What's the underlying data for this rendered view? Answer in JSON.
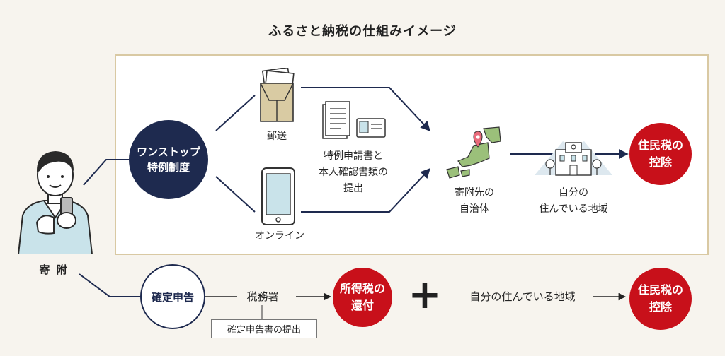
{
  "title": "ふるさと納税の仕組みイメージ",
  "donor_label": "寄 附",
  "onestop": "ワンストップ\n特例制度",
  "mail_label": "郵送",
  "online_label": "オンライン",
  "docs_label": "特例申請書と\n本人確認書類の\n提出",
  "municipality_label": "寄附先の\n自治体",
  "home_area_label": "自分の\n住んでいる地域",
  "resident_tax_top": "住民税の\n控除",
  "tax_return": "確定申告",
  "tax_office": "税務署",
  "tax_return_submit": "確定申告書の提出",
  "income_tax_refund": "所得税の\n還付",
  "plus_sign": "+",
  "home_area_inline": "自分の住んでいる地域",
  "resident_tax_bottom": "住民税の\n控除",
  "colors": {
    "navy": "#1e2a4f",
    "red": "#c8101a",
    "frame_border": "#d9c9a3",
    "background": "#f7f4ee"
  }
}
